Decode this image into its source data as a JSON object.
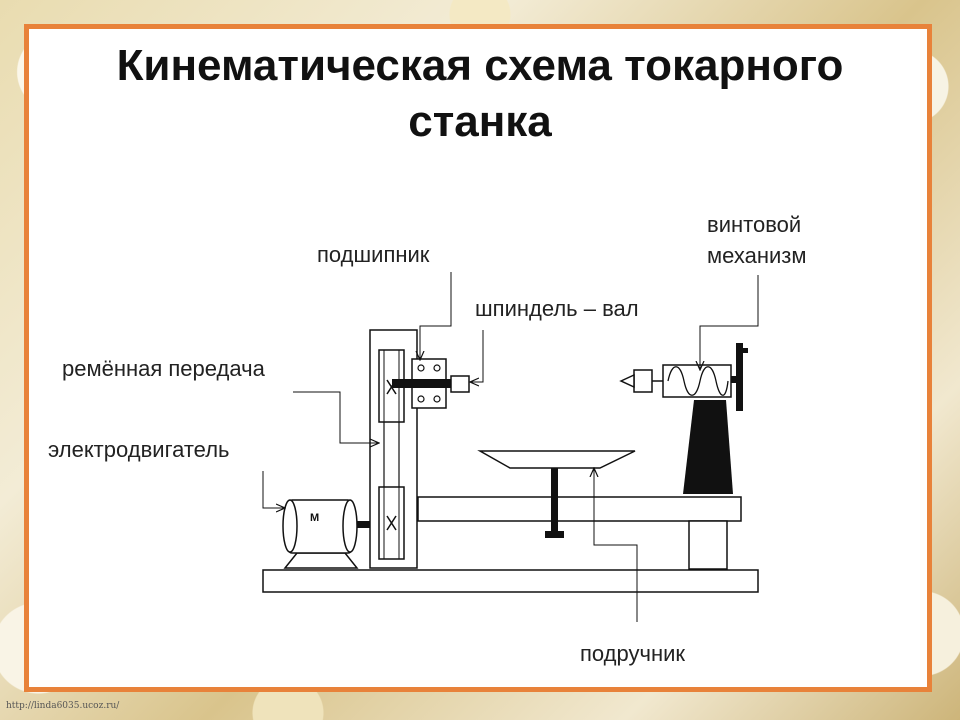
{
  "title": {
    "line1": "Кинематическая схема токарного",
    "line2": "станка"
  },
  "labels": {
    "bearing": "подшипник",
    "screw_mechanism_1": "винтовой",
    "screw_mechanism_2": "механизм",
    "spindle": "шпиндель – вал",
    "belt_drive": "ремённая передача",
    "motor": "электродвигатель",
    "tool_rest": "подручник",
    "motor_letter": "M"
  },
  "footer": "http://linda6035.ucoz.ru/",
  "colors": {
    "frame_border": "#e8823a",
    "ink": "#111111"
  }
}
